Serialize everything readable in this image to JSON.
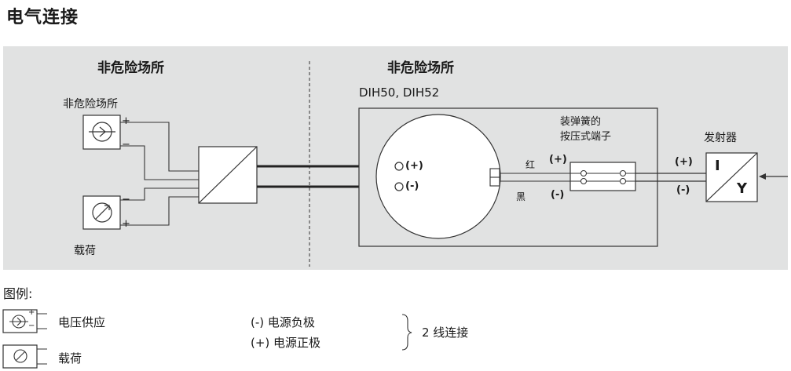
{
  "title": "电气连接",
  "zones": {
    "left": "非危险场所",
    "right": "非危险场所"
  },
  "left_area": {
    "supply_label": "非危险场所",
    "load_label": "载荷",
    "supply_plus": "+",
    "supply_minus": "−",
    "load_minus": "−",
    "load_plus": "+"
  },
  "device": {
    "model": "DIH50, DIH52",
    "terminal_plus": "(+)",
    "terminal_minus": "(-)",
    "spring_terminal_line1": "装弹簧的",
    "spring_terminal_line2": "按压式端子",
    "wire_red": "红",
    "wire_black": "黑",
    "inner_plus": "(+)",
    "inner_minus": "(-)"
  },
  "transmitter": {
    "label": "发射器",
    "plus": "(+)",
    "minus": "(-)",
    "in_symbol": "I",
    "out_symbol": "Y"
  },
  "legend": {
    "title": "图例:",
    "supply": "电压供应",
    "load": "载荷",
    "minus_item": "(-)  电源负极",
    "plus_item": "(+)  电源正极",
    "two_wire": "2 线连接",
    "icon_plus": "+",
    "icon_minus": "−"
  }
}
